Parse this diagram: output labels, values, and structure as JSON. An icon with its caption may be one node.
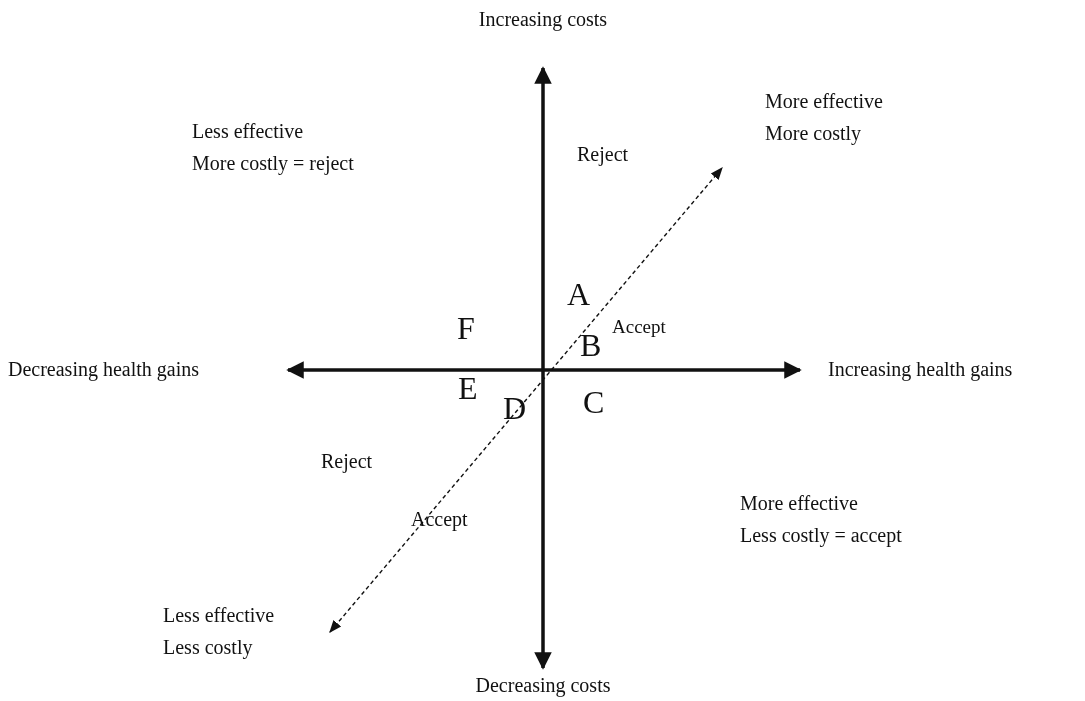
{
  "diagram": {
    "labels": [
      "Increasing costs",
      "More effective",
      "More costly",
      "Less effective",
      "More costly = reject",
      "Reject",
      "A",
      "Accept",
      "F",
      "B",
      "Decreasing health gains",
      "Increasing health gains",
      "E",
      "C",
      "D",
      "Reject",
      "Accept",
      "More effective",
      "Less costly = accept",
      "Less effective",
      "Less costly",
      "Decreasing costs"
    ]
  }
}
